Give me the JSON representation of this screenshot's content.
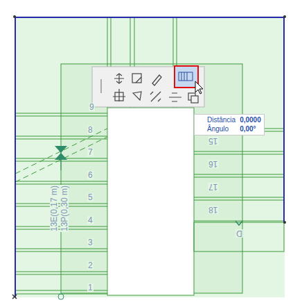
{
  "diagram": {
    "nodes": [
      {
        "text": [
          "Distância",
          "0,0000",
          "Ângulo",
          "0,00°"
        ]
      }
    ],
    "labels": [
      "9",
      "8",
      "7",
      "6",
      "5",
      "4",
      "3",
      "2",
      "1",
      "15",
      "16",
      "17",
      "18",
      "13E(0,17 m)",
      "13P(0,30 m)",
      "D"
    ]
  }
}
